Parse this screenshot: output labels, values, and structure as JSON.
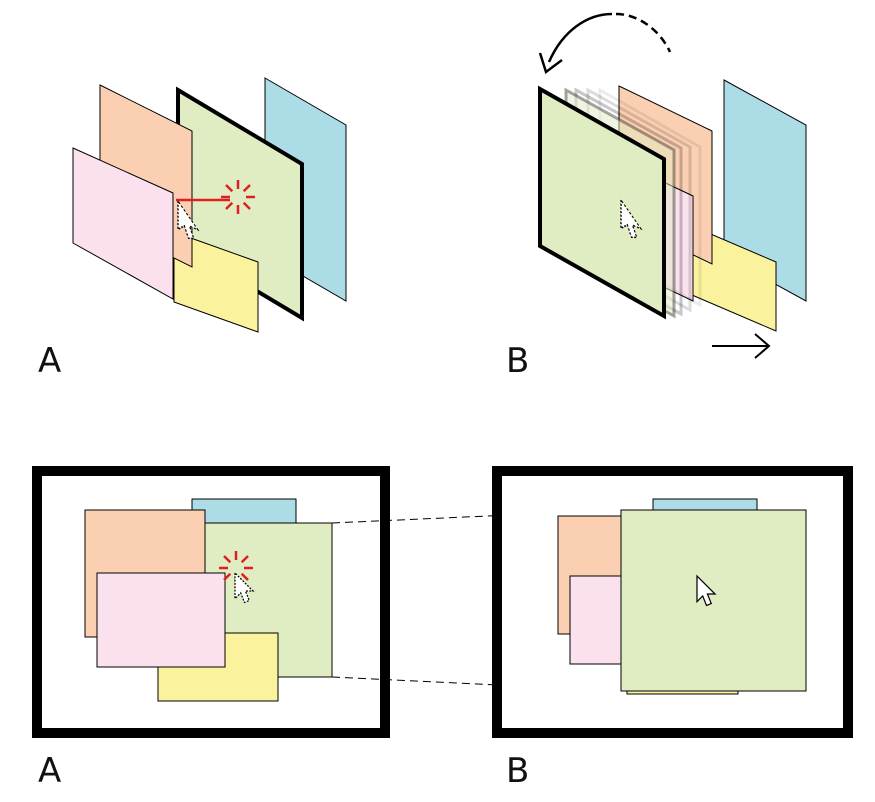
{
  "labels": {
    "top_left": "A",
    "top_right": "B",
    "bottom_left": "A",
    "bottom_right": "B"
  },
  "colors": {
    "orange": "#fbcfb1",
    "pink": "#fbe1ee",
    "green": "#e0ecc2",
    "blue": "#acdde6",
    "yellow": "#fbf29d",
    "click": "#e02020",
    "frame": "#000000"
  },
  "icons": [
    "cursor-arrow-icon",
    "click-burst-icon",
    "rotate-arrow-icon",
    "right-arrow-icon"
  ]
}
